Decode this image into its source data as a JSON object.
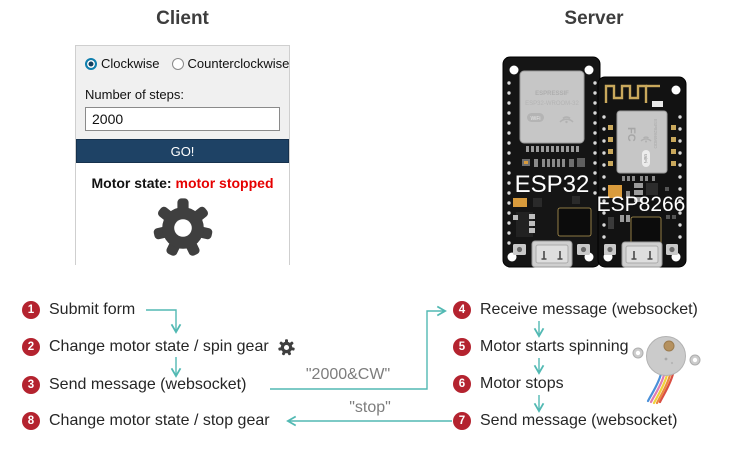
{
  "client": {
    "title": "Client",
    "form": {
      "radio_clockwise": "Clockwise",
      "radio_counterclockwise": "Counterclockwise",
      "steps_label": "Number of steps:",
      "steps_value": "2000",
      "go_button": "GO!",
      "motor_state_label": "Motor state:",
      "motor_state_value": "motor stopped"
    }
  },
  "server": {
    "title": "Server",
    "boards": {
      "esp32": {
        "name": "ESP32",
        "shield_line1": "ESPRESSIF",
        "shield_line2": "ESP32-WROOM-32",
        "wifi_badge": "WiFi"
      },
      "esp8266": {
        "name": "ESP8266",
        "fcc_mark": "FC",
        "module_mark": "ESP8266MOD",
        "wifi_badge": "WiFi"
      }
    }
  },
  "flow": {
    "left_steps": [
      {
        "num": "1",
        "label": "Submit form"
      },
      {
        "num": "2",
        "label": "Change motor state / spin gear"
      },
      {
        "num": "3",
        "label": "Send message (websocket)"
      },
      {
        "num": "8",
        "label": "Change motor state / stop gear"
      }
    ],
    "right_steps": [
      {
        "num": "4",
        "label": "Receive message (websocket)"
      },
      {
        "num": "5",
        "label": "Motor starts spinning"
      },
      {
        "num": "6",
        "label": "Motor stops"
      },
      {
        "num": "7",
        "label": "Send message (websocket)"
      }
    ],
    "messages": {
      "request": "\"2000&CW\"",
      "stop": "\"stop\""
    }
  },
  "colors": {
    "accent_teal": "#52b9b3",
    "badge_red": "#b4232f",
    "button_navy": "#1e4265",
    "state_red": "#e60000"
  }
}
